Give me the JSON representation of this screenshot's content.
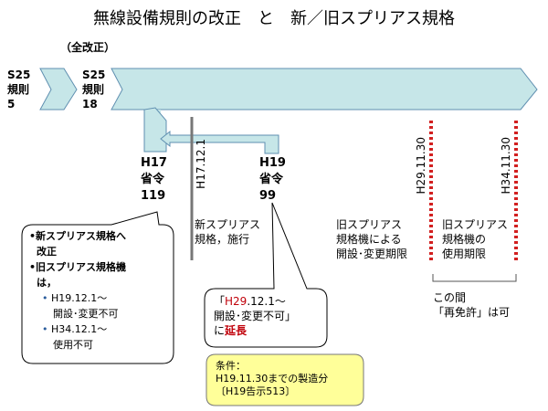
{
  "title": "無線設備規則の改正　と　新／旧スプリアス規格",
  "full_revision": "（全改正）",
  "s25_rule5": [
    "S25",
    "規則",
    "5"
  ],
  "s25_rule18": [
    "S25",
    "規則",
    "18"
  ],
  "h17_ord": [
    "H17",
    "省令",
    "119"
  ],
  "h19_ord": [
    "H19",
    "省令",
    "99"
  ],
  "date_h17": "H17.12.1",
  "date_h29": "H29.11.30",
  "date_h34": "H34.11.30",
  "new_spur": [
    "新スプリアス",
    "規格，施行"
  ],
  "old_open": [
    "旧スプリアス",
    "規格機による",
    "開設･変更期限"
  ],
  "old_use": [
    "旧スプリアス",
    "規格機の",
    "使用期限"
  ],
  "meanwhile": [
    "この間",
    "「再免許」は可"
  ],
  "callout_left": {
    "b1": [
      "•新スプリアス規格へ",
      "改正"
    ],
    "b2": [
      "•旧スプリアス規格機",
      "は，"
    ],
    "b3": [
      "H19.12.1～",
      "開設･変更不可"
    ],
    "b4": [
      "H34.12.1～",
      "使用不可"
    ]
  },
  "callout_mid": {
    "l1a": "「",
    "l1red": "H29",
    "l1b": ".12.1～",
    "l2": "開設･変更不可」",
    "l3a": "に",
    "l3red": "延長"
  },
  "condition": [
    "条件：",
    "H19.11.30までの製造分",
    "〔H19告示513〕"
  ],
  "colors": {
    "arrow_fill": "#c6e6e8",
    "arrow_stroke": "#5f8fb0",
    "condition_fill": "#ffff99",
    "hatch_red": "#d22020"
  }
}
